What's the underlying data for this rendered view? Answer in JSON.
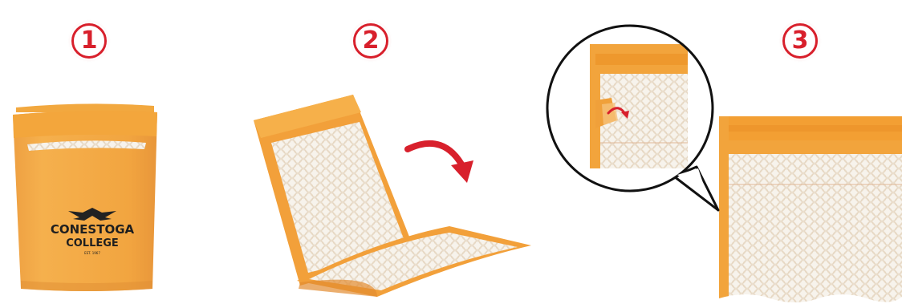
{
  "steps": [
    {
      "number": "1"
    },
    {
      "number": "2"
    },
    {
      "number": "3"
    }
  ],
  "pouch": {
    "brand_line1": "CONESTOGA",
    "brand_line2": "COLLEGE",
    "brand_tagline": "EST. 1967"
  },
  "colors": {
    "accent": "#d8202c",
    "pouch_orange": "#f4a63a",
    "pouch_orange_dark": "#e8922a",
    "liner": "#f7f3ec",
    "bubble_line": "#e8dccb"
  }
}
